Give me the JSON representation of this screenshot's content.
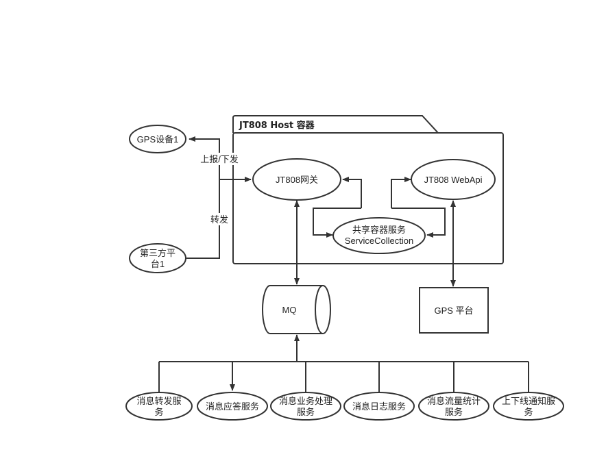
{
  "container": {
    "title": "JT808 Host 容器"
  },
  "nodes": {
    "gps_device": "GPS设备1",
    "third_party_line1": "第三方平",
    "third_party_line2": "台1",
    "gateway": "JT808网关",
    "webapi": "JT808 WebApi",
    "shared_line1": "共享容器服务",
    "shared_line2": "ServiceCollection",
    "mq": "MQ",
    "gps_platform": "GPS 平台"
  },
  "edge_labels": {
    "report_send": "上报/下发",
    "forward": "转发"
  },
  "services": [
    {
      "line1": "消息转发服",
      "line2": "务"
    },
    {
      "line1": "消息应答服务",
      "line2": ""
    },
    {
      "line1": "消息业务处理",
      "line2": "服务"
    },
    {
      "line1": "消息日志服务",
      "line2": ""
    },
    {
      "line1": "消息流量统计",
      "line2": "服务"
    },
    {
      "line1": "上下线通知服",
      "line2": "务"
    }
  ]
}
